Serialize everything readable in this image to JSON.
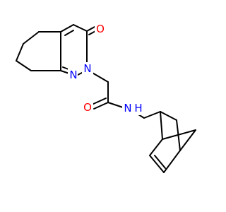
{
  "molecule": {
    "atoms": [
      {
        "id": "n_left",
        "symbol": "N",
        "color": "#0000ff"
      },
      {
        "id": "n_ring",
        "symbol": "N",
        "color": "#0000ff"
      },
      {
        "id": "n_amide",
        "symbol": "N",
        "color": "#0000ff"
      },
      {
        "id": "h_amide",
        "symbol": "H",
        "color": "#0000ff"
      },
      {
        "id": "o_ketone",
        "symbol": "O",
        "color": "#ff0000"
      },
      {
        "id": "o_amide",
        "symbol": "O",
        "color": "#ff0000"
      }
    ],
    "bond_color": "#000000",
    "background": "#ffffff"
  }
}
